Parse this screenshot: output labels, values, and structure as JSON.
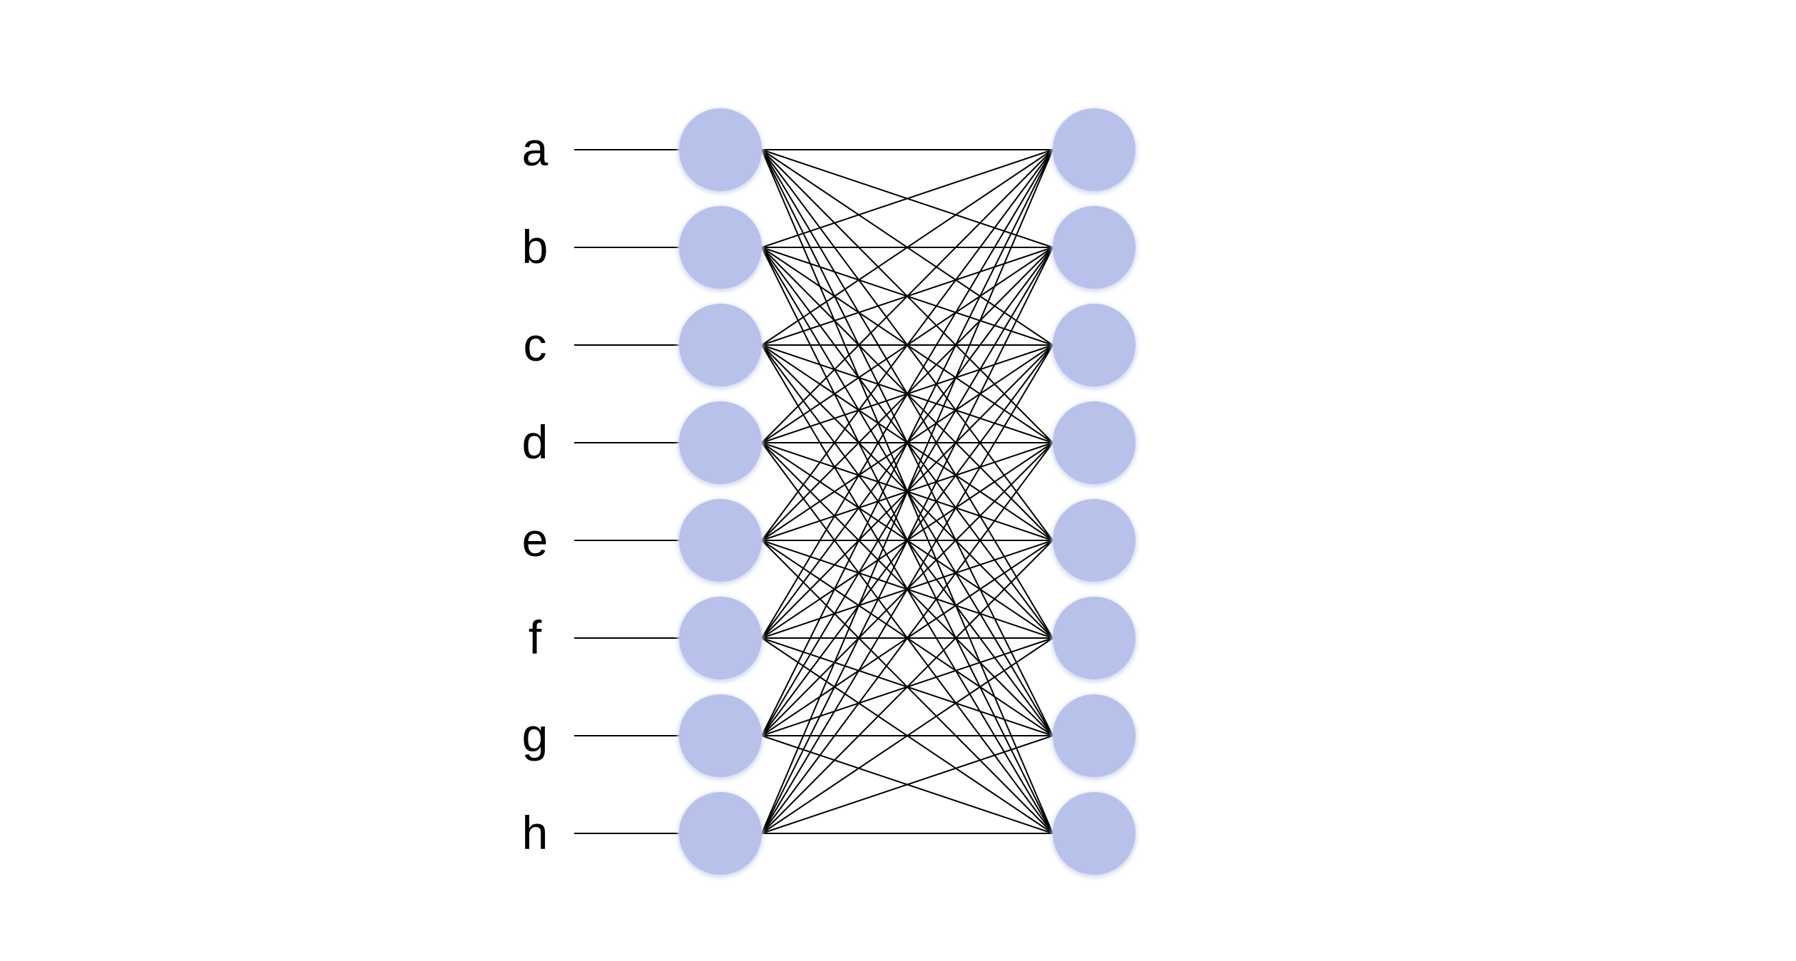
{
  "diagram": {
    "inputs": [
      "a",
      "b",
      "c",
      "d",
      "e",
      "f",
      "g",
      "h"
    ],
    "input_layer_nodes": 8,
    "output_layer_nodes": 8,
    "connectivity": "fully-connected",
    "node_color": "#b8c1e9",
    "line_color": "#000000"
  }
}
